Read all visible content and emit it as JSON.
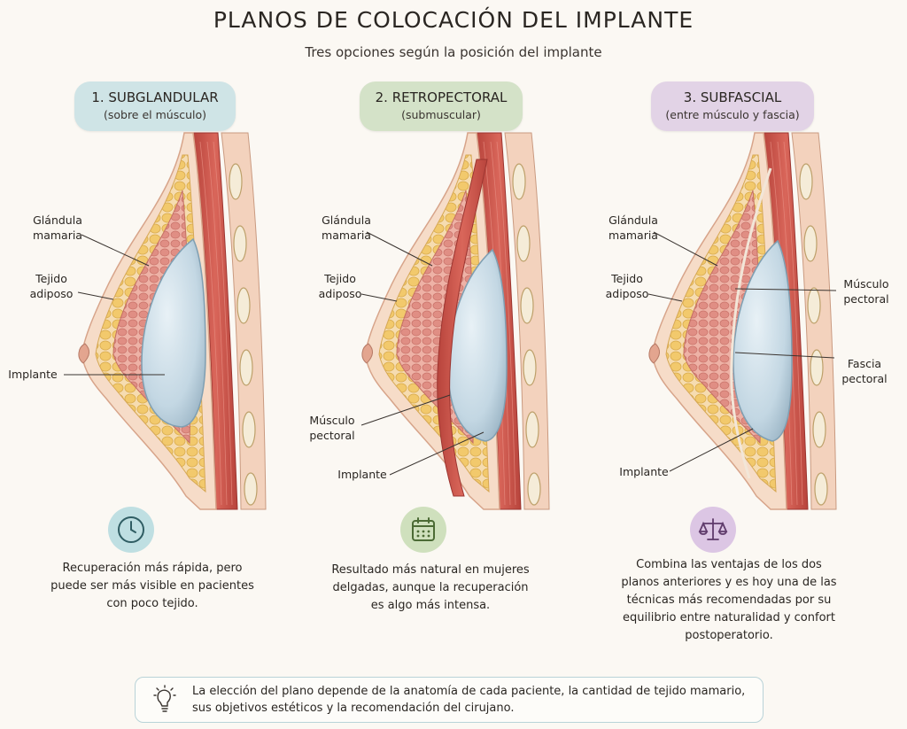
{
  "title": "PLANOS DE COLOCACIÓN DEL IMPLANTE",
  "subtitle": "Tres opciones según la posición del implante",
  "panels": [
    {
      "heading": "1. SUBGLANDULAR",
      "subheading": "(sobre el músculo)",
      "labels": {
        "gland": "Glándula mamaria",
        "fat": "Tejido adiposo",
        "implant": "Implante"
      },
      "icon": "clock-icon",
      "description": "Recuperación más rápida, pero puede ser más visible en pacientes con poco tejido."
    },
    {
      "heading": "2. RETROPECTORAL",
      "subheading": "(submuscular)",
      "labels": {
        "gland": "Glándula mamaria",
        "fat": "Tejido adiposo",
        "muscle": "Músculo pectoral",
        "implant": "Implante"
      },
      "icon": "calendar-icon",
      "description": "Resultado más natural en mujeres delgadas, aunque la recuperación es algo más intensa."
    },
    {
      "heading": "3. SUBFASCIAL",
      "subheading": "(entre músculo y fascia)",
      "labels": {
        "gland": "Glándula mamaria",
        "fat": "Tejido adiposo",
        "muscle": "Músculo pectoral",
        "fascia": "Fascia pectoral",
        "implant": "Implante"
      },
      "icon": "balance-scale-icon",
      "description": "Combina las ventajas de los dos planos anteriores y es hoy una de las técnicas más recomendadas por su equilibrio entre naturalidad y confort postoperatorio."
    }
  ],
  "note": {
    "icon": "lightbulb-icon",
    "text": "La elección del plano depende de la anatomía de cada paciente, la cantidad de tejido mamario, sus objetivos estéticos y la recomendación del cirujano."
  },
  "colors": {
    "badge_1": "#cfe4e6",
    "badge_2": "#d4e2c8",
    "badge_3": "#e2d3e6",
    "skin": "#f6dcc8",
    "muscle": "#c9534a",
    "fat": "#f2cf7a",
    "gland": "#e9a39a",
    "implant": "#c9dde8"
  }
}
